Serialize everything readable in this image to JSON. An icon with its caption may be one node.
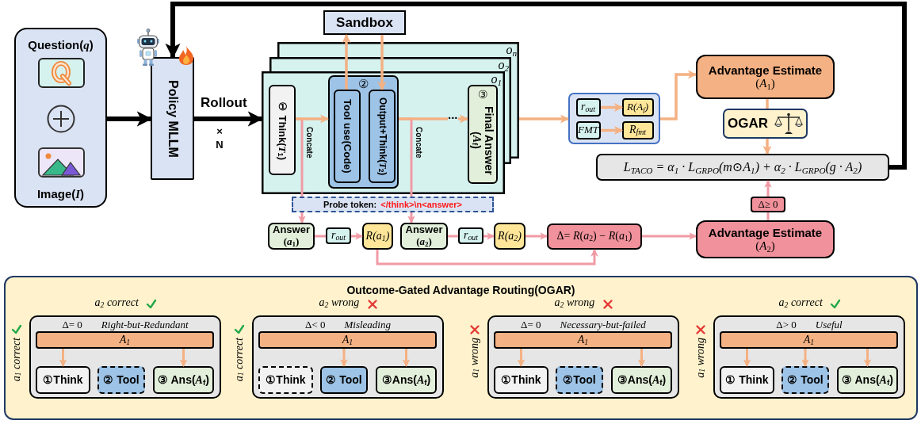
{
  "diagram": {
    "nodes": [
      {
        "text": [
          "Question(*q*)",
          "Image(*I*)"
        ]
      },
      {
        "text": [
          "Policy MLLM"
        ]
      },
      {
        "text": [
          "Sandbox"
        ]
      },
      {
        "text": [
          "o$_{n}$",
          "o$_{2}$",
          "o$_{1}$"
        ]
      },
      {
        "text": [
          "① Think(*T*$_{1}$)"
        ],
        "in": 3
      },
      {
        "text": [
          "②"
        ],
        "in": 3
      },
      {
        "text": [
          "Tool use(Code)"
        ],
        "in": 5
      },
      {
        "text": [
          "Output+Think(*T*$_{2}$)"
        ],
        "in": 5
      },
      {
        "text": [
          "③",
          "Final Answer (*A*$_{f}$)"
        ],
        "in": 3
      },
      {
        "text": [
          "Probe token:",
          "</think>\\n<answer>"
        ]
      },
      {
        "text": [],
        "shape": "box"
      },
      {
        "text": [
          "r$_{out}$"
        ],
        "in": 10
      },
      {
        "text": [
          "R(A$_{f}$)"
        ],
        "in": 10
      },
      {
        "text": [
          "FMT"
        ],
        "in": 10
      },
      {
        "text": [
          "R$_{fmt}$"
        ],
        "in": 10
      },
      {
        "text": [
          "Advantage Estimate",
          "(*A*$_{1}$)"
        ]
      },
      {
        "text": [
          "OGAR"
        ]
      },
      {
        "text": [
          "L$_{TACO}$ = α$_{1}$ · L$_{GRPO}$(m⊙A$_{1}$) + α$_{2}$ · L$_{GRPO}$(g · A$_{2}$)"
        ]
      },
      {
        "text": [
          "Answer",
          "(*a*$_{1}$)"
        ]
      },
      {
        "text": [
          "r$_{out}$"
        ]
      },
      {
        "text": [
          "R(a$_{1}$)"
        ]
      },
      {
        "text": [
          "Answer",
          "(*a*$_{2}$)"
        ]
      },
      {
        "text": [
          "r$_{out}$"
        ]
      },
      {
        "text": [
          "R(a$_{2}$)"
        ]
      },
      {
        "text": [
          "Δ= *R*(*a*$_{2}$) − *R*(*a*$_{1}$)"
        ]
      },
      {
        "text": [
          "Advantage Estimate",
          "(*A*$_{2}$)"
        ]
      },
      {
        "text": [
          "Δ≥ 0"
        ]
      },
      {
        "text": [
          "Outcome-Gated Advantage Routing(OGAR)"
        ]
      },
      {
        "text": [
          "Δ= 0",
          "Right-but-Redundant"
        ],
        "beside": [
          "a$_{2}$ correct",
          "a$_{1}$ correct"
        ],
        "in": 27
      },
      {
        "text": [
          "A$_{1}$"
        ],
        "in": 28
      },
      {
        "text": [
          "①Think"
        ],
        "in": 28
      },
      {
        "text": [
          "② Tool"
        ],
        "in": 28
      },
      {
        "text": [
          "③ Ans(*A*$_{f}$)"
        ],
        "in": 28
      },
      {
        "text": [
          "Δ< 0",
          "Misleading"
        ],
        "beside": [
          "a$_{2}$ wrong",
          "a$_{1}$ correct"
        ],
        "in": 27
      },
      {
        "text": [
          "A$_{1}$"
        ],
        "in": 33
      },
      {
        "text": [
          "①Think"
        ],
        "in": 33
      },
      {
        "text": [
          "② Tool"
        ],
        "in": 33
      },
      {
        "text": [
          "③Ans(*A*$_{f}$)"
        ],
        "in": 33
      },
      {
        "text": [
          "Δ= 0",
          "Necessary-but-failed"
        ],
        "beside": [
          "a$_{2}$ wrong",
          "a$_{1}$ wrong"
        ],
        "in": 27
      },
      {
        "text": [
          "A$_{1}$"
        ],
        "in": 38
      },
      {
        "text": [
          "①Think"
        ],
        "in": 38
      },
      {
        "text": [
          "②Tool"
        ],
        "in": 38
      },
      {
        "text": [
          "③Ans(*A*$_{f}$)"
        ],
        "in": 38
      },
      {
        "text": [
          "Δ> 0",
          "Useful"
        ],
        "beside": [
          "a$_{2}$ correct",
          "a$_{1}$ wrong"
        ],
        "in": 27
      },
      {
        "text": [
          "A$_{1}$"
        ],
        "in": 43
      },
      {
        "text": [
          "① Think"
        ],
        "in": 43
      },
      {
        "text": [
          "② Tool"
        ],
        "in": 43
      },
      {
        "text": [
          "③ Ans(*A*$_{f}$)"
        ],
        "in": 43
      }
    ],
    "edges": [
      {
        "from": 0,
        "to": 1,
        "arrow": "to",
        "style": "thick",
        "color": "#000000"
      },
      {
        "from": 1,
        "to": 3,
        "arrow": "to",
        "label": "Rollout",
        "style": "thick",
        "color": "#000000"
      },
      {
        "from": 4,
        "to": 5,
        "arrow": "to"
      },
      {
        "from": 6,
        "to": 2,
        "arrow": "to"
      },
      {
        "from": 2,
        "to": 7,
        "arrow": "to"
      },
      {
        "from": 5,
        "to": 8,
        "arrow": "to",
        "label": "..."
      },
      {
        "from": 3,
        "to": 10,
        "arrow": "to"
      },
      {
        "from": 11,
        "to": 12,
        "arrow": "to"
      },
      {
        "from": 13,
        "to": 14,
        "arrow": "to"
      },
      {
        "from": 10,
        "to": 15,
        "arrow": "to"
      },
      {
        "from": 15,
        "to": 16,
        "arrow": "none"
      },
      {
        "from": 16,
        "to": 17,
        "arrow": "to"
      },
      {
        "from": 17,
        "to": 1,
        "arrow": "to",
        "style": "thick",
        "color": "#000000"
      },
      {
        "from": 4,
        "to": 9,
        "arrow": "none",
        "label": "Concate",
        "color": "#f19ba5"
      },
      {
        "from": 9,
        "to": 18,
        "arrow": "to",
        "color": "#f19ba5"
      },
      {
        "from": 5,
        "to": 9,
        "arrow": "none",
        "label": "Concate",
        "color": "#f19ba5"
      },
      {
        "from": 9,
        "to": 21,
        "arrow": "to",
        "color": "#f19ba5"
      },
      {
        "from": 18,
        "to": 19,
        "arrow": "none",
        "color": "#f19ba5"
      },
      {
        "from": 19,
        "to": 20,
        "arrow": "to",
        "color": "#f19ba5"
      },
      {
        "from": 21,
        "to": 22,
        "arrow": "none",
        "color": "#f19ba5"
      },
      {
        "from": 22,
        "to": 23,
        "arrow": "to",
        "color": "#f19ba5"
      },
      {
        "from": 23,
        "to": 24,
        "arrow": "to",
        "color": "#f19ba5"
      },
      {
        "from": 20,
        "to": 24,
        "arrow": "to",
        "color": "#f19ba5"
      },
      {
        "from": 24,
        "to": 25,
        "arrow": "to",
        "color": "#f19ba5"
      },
      {
        "from": 25,
        "to": 26,
        "arrow": "none",
        "color": "#f19ba5"
      },
      {
        "from": 26,
        "to": 17,
        "arrow": "to",
        "color": "#f19ba5"
      },
      {
        "from": 29,
        "to": 30,
        "arrow": "to"
      },
      {
        "from": 29,
        "to": 32,
        "arrow": "to"
      },
      {
        "from": 34,
        "to": 36,
        "arrow": "to"
      },
      {
        "from": 34,
        "to": 37,
        "arrow": "to"
      },
      {
        "from": 39,
        "to": 40,
        "arrow": "to"
      },
      {
        "from": 39,
        "to": 42,
        "arrow": "to"
      },
      {
        "from": 44,
        "to": 45,
        "arrow": "to"
      },
      {
        "from": 44,
        "to": 46,
        "arrow": "to"
      },
      {
        "from": 44,
        "to": 47,
        "arrow": "to"
      }
    ],
    "labels": [
      "× N"
    ]
  }
}
